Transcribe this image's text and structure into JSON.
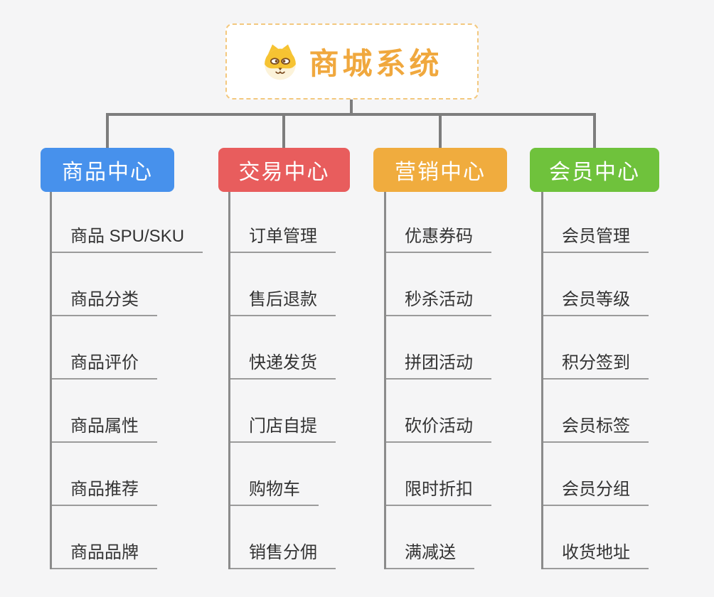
{
  "root": {
    "title": "商城系统",
    "icon": "dog-icon"
  },
  "theme": {
    "background_color": "#F5F5F6",
    "connector_color": "#7D7D7D",
    "root_text_color": "#F0A83E",
    "root_border_color": "#F3C87E",
    "child_text_color": "#333333"
  },
  "branches": [
    {
      "id": "product-center",
      "label": "商品中心",
      "color": "#4791EC",
      "items": [
        "商品 SPU/SKU",
        "商品分类",
        "商品评价",
        "商品属性",
        "商品推荐",
        "商品品牌"
      ]
    },
    {
      "id": "trade-center",
      "label": "交易中心",
      "color": "#E85D5D",
      "items": [
        "订单管理",
        "售后退款",
        "快递发货",
        "门店自提",
        "购物车",
        "销售分佣"
      ]
    },
    {
      "id": "marketing-center",
      "label": "营销中心",
      "color": "#F0AC3E",
      "items": [
        "优惠券码",
        "秒杀活动",
        "拼团活动",
        "砍价活动",
        "限时折扣",
        "满减送"
      ]
    },
    {
      "id": "member-center",
      "label": "会员中心",
      "color": "#6FC23C",
      "items": [
        "会员管理",
        "会员等级",
        "积分签到",
        "会员标签",
        "会员分组",
        "收货地址"
      ]
    }
  ]
}
